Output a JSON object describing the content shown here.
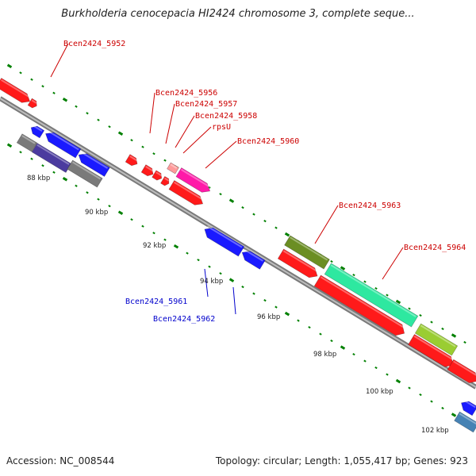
{
  "title": "Burkholderia cenocepacia HI2424 chromosome 3, complete seque...",
  "footer": {
    "accession": "Accession: NC_008544",
    "topology": "Topology: circular; Length: 1,055,417 bp; Genes: 923"
  },
  "colors": {
    "forward_gene": "#ff0000",
    "reverse_gene": "#0000ff",
    "backbone": "#888888",
    "tick": "#008000",
    "label_forward": "#cc0000",
    "label_reverse": "#0000cc"
  },
  "axis": {
    "kbp_labels": [
      "88 kbp",
      "90 kbp",
      "92 kbp",
      "94 kbp",
      "96 kbp",
      "98 kbp",
      "100 kbp",
      "102 kbp"
    ]
  },
  "gene_labels": [
    {
      "name": "Bcen2424_5952",
      "strand": "forward"
    },
    {
      "name": "Bcen2424_5956",
      "strand": "forward"
    },
    {
      "name": "Bcen2424_5957",
      "strand": "forward"
    },
    {
      "name": "Bcen2424_5958",
      "strand": "forward"
    },
    {
      "name": "rpsU",
      "strand": "forward"
    },
    {
      "name": "Bcen2424_5960",
      "strand": "forward"
    },
    {
      "name": "Bcen2424_5963",
      "strand": "forward"
    },
    {
      "name": "Bcen2424_5964",
      "strand": "forward"
    },
    {
      "name": "Bcen2424_5961",
      "strand": "reverse"
    },
    {
      "name": "Bcen2424_5962",
      "strand": "reverse"
    }
  ]
}
